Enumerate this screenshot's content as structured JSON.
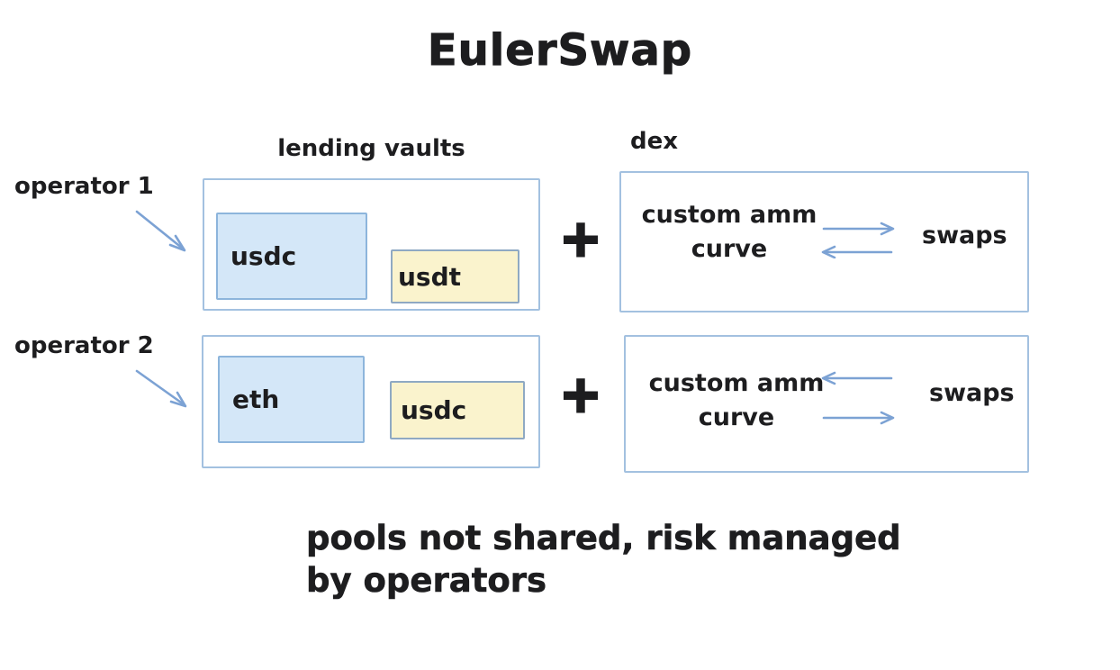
{
  "title": "EulerSwap",
  "section_labels": {
    "lending_vaults": "lending vaults",
    "dex": "dex",
    "plus": "+"
  },
  "rows": [
    {
      "operator_label": "operator 1",
      "vaults": [
        {
          "name": "usdc",
          "color": "#d4e7f8"
        },
        {
          "name": "usdt",
          "color": "#faf3cd"
        }
      ],
      "amm_line1": "custom amm",
      "amm_line2": "curve",
      "swaps_label": "swaps",
      "swap_arrows": "top-right, bottom-left"
    },
    {
      "operator_label": "operator 2",
      "vaults": [
        {
          "name": "eth",
          "color": "#d4e7f8"
        },
        {
          "name": "usdc",
          "color": "#faf3cd"
        }
      ],
      "amm_line1": "custom amm",
      "amm_line2": "curve",
      "swaps_label": "swaps",
      "swap_arrows": "top-left, bottom-right"
    }
  ],
  "caption": {
    "line1": "pools not shared, risk managed",
    "line2": "by operators"
  },
  "colors": {
    "ink": "#1d1d1f",
    "box_border": "#a3c1e0",
    "blue_fill": "#d4e7f8",
    "blue_border": "#8db5dc",
    "yellow_fill": "#faf3cd",
    "yellow_border": "#8fa9c3",
    "arrow": "#7ca2d4",
    "background": "#ffffff"
  }
}
